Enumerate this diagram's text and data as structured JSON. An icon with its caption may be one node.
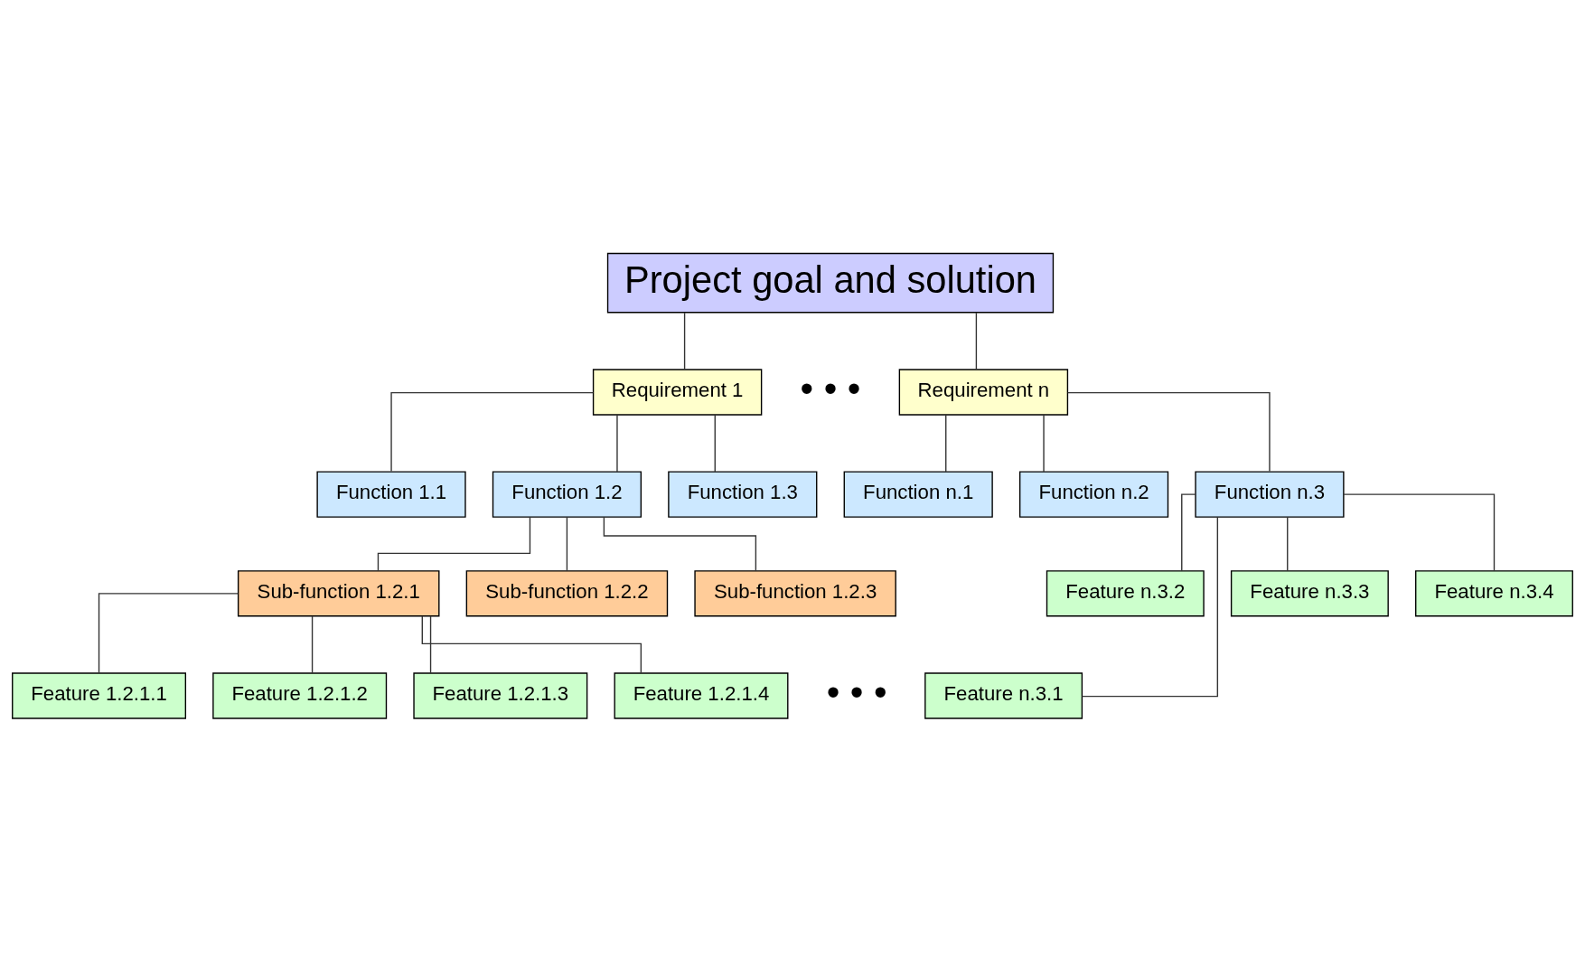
{
  "diagram": {
    "nodes": [
      {
        "text": [
          "Project goal and solution"
        ]
      },
      {
        "text": [
          "Requirement 1"
        ]
      },
      {
        "text": [
          "Requirement n"
        ]
      },
      {
        "text": [
          "Function 1.1"
        ]
      },
      {
        "text": [
          "Function 1.2"
        ]
      },
      {
        "text": [
          "Function 1.3"
        ]
      },
      {
        "text": [
          "Function n.1"
        ]
      },
      {
        "text": [
          "Function n.2"
        ]
      },
      {
        "text": [
          "Function n.3"
        ]
      },
      {
        "text": [
          "Sub-function 1.2.1"
        ]
      },
      {
        "text": [
          "Sub-function 1.2.2"
        ]
      },
      {
        "text": [
          "Sub-function 1.2.3"
        ]
      },
      {
        "text": [
          "Feature 1.2.1.1"
        ]
      },
      {
        "text": [
          "Feature 1.2.1.2"
        ]
      },
      {
        "text": [
          "Feature 1.2.1.3"
        ]
      },
      {
        "text": [
          "Feature 1.2.1.4"
        ]
      },
      {
        "text": [
          "Feature n.3.1"
        ]
      },
      {
        "text": [
          "Feature n.3.2"
        ]
      },
      {
        "text": [
          "Feature n.3.3"
        ]
      },
      {
        "text": [
          "Feature n.3.4"
        ]
      }
    ],
    "edges": [
      {
        "from": 0,
        "to": 1,
        "arrow": "none"
      },
      {
        "from": 0,
        "to": 2,
        "arrow": "none"
      },
      {
        "from": 1,
        "to": 3,
        "arrow": "none"
      },
      {
        "from": 1,
        "to": 4,
        "arrow": "none"
      },
      {
        "from": 1,
        "to": 5,
        "arrow": "none"
      },
      {
        "from": 2,
        "to": 6,
        "arrow": "none"
      },
      {
        "from": 2,
        "to": 7,
        "arrow": "none"
      },
      {
        "from": 2,
        "to": 8,
        "arrow": "none"
      },
      {
        "from": 4,
        "to": 9,
        "arrow": "none"
      },
      {
        "from": 4,
        "to": 10,
        "arrow": "none"
      },
      {
        "from": 4,
        "to": 11,
        "arrow": "none"
      },
      {
        "from": 9,
        "to": 12,
        "arrow": "none"
      },
      {
        "from": 9,
        "to": 13,
        "arrow": "none"
      },
      {
        "from": 9,
        "to": 14,
        "arrow": "none"
      },
      {
        "from": 9,
        "to": 15,
        "arrow": "none"
      },
      {
        "from": 8,
        "to": 16,
        "arrow": "none"
      },
      {
        "from": 8,
        "to": 17,
        "arrow": "none"
      },
      {
        "from": 8,
        "to": 18,
        "arrow": "none"
      },
      {
        "from": 8,
        "to": 19,
        "arrow": "none"
      }
    ],
    "labels": [
      "• • •",
      "• • •"
    ]
  }
}
